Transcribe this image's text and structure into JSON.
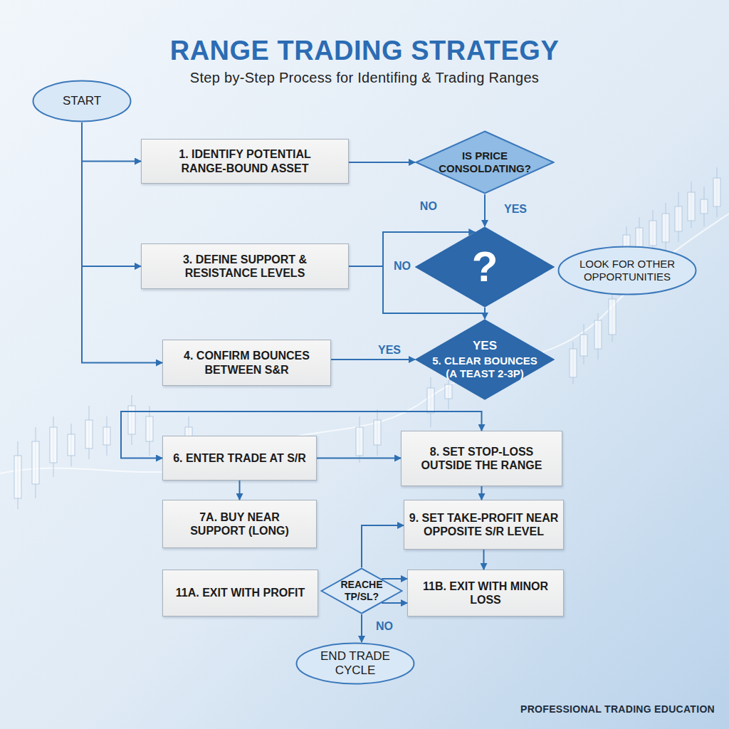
{
  "diagram": {
    "title": "RANGE TRADING STRATEGY",
    "nodes": [
      {
        "text": [
          "START"
        ]
      },
      {
        "text": [
          "1. IDENTIFY POTENTIAL RANGE-BOUND ASSET"
        ]
      },
      {
        "text": [
          "IS PRICE CONSOLDATING?"
        ]
      },
      {
        "text": [
          "3. DEFINE SUPPORT & RESISTANCE LEVELS"
        ]
      },
      {
        "text": [
          "?"
        ]
      },
      {
        "text": [
          "LOOK FOR OTHER OPPORTUNITIES"
        ]
      },
      {
        "text": [
          "4. CONFIRM BOUNCES BETWEEN S&R"
        ]
      },
      {
        "text": [
          "YES",
          "5. CLEAR BOUNCES (A TEAST 2-3P)"
        ]
      },
      {
        "text": [
          "6. ENTER TRADE AT S/R"
        ]
      },
      {
        "text": [
          "8. SET STOP-LOSS OUTSIDE THE RANGE"
        ]
      },
      {
        "text": [
          "7A. BUY NEAR SUPPORT (LONG)"
        ]
      },
      {
        "text": [
          "9. SET TAKE-PROFIT NEAR OPPOSITE S/R LEVEL"
        ]
      },
      {
        "text": [
          "11A. EXIT WITH PROFIT"
        ]
      },
      {
        "text": [
          "REACHE TP/SL?"
        ]
      },
      {
        "text": [
          "11B. EXIT WITH MINOR LOSS"
        ]
      },
      {
        "text": [
          "END TRADE CYCLE"
        ]
      }
    ],
    "edges": [
      {
        "from": 0,
        "to": 1,
        "arrow": "to"
      },
      {
        "from": 0,
        "to": 3,
        "arrow": "to"
      },
      {
        "from": 0,
        "to": 6,
        "arrow": "to"
      },
      {
        "from": 1,
        "to": 2,
        "arrow": "to"
      },
      {
        "from": 2,
        "to": 4,
        "label": "YES",
        "arrow": "to"
      },
      {
        "from": 3,
        "to": 4,
        "label": "NO",
        "arrow": "to"
      },
      {
        "from": 4,
        "to": 7,
        "arrow": "to"
      },
      {
        "from": 6,
        "to": 7,
        "label": "YES",
        "arrow": "to"
      },
      {
        "from": 8,
        "to": 9,
        "arrow": "both"
      },
      {
        "from": 8,
        "to": 9,
        "arrow": "to"
      },
      {
        "from": 8,
        "to": 10,
        "arrow": "to"
      },
      {
        "from": 9,
        "to": 11,
        "arrow": "to"
      },
      {
        "from": 11,
        "to": 14,
        "arrow": "to"
      },
      {
        "from": 13,
        "to": 11,
        "arrow": "to"
      },
      {
        "from": 13,
        "to": 14,
        "arrow": "to"
      },
      {
        "from": 13,
        "to": 14,
        "arrow": "to"
      },
      {
        "from": 13,
        "to": 15,
        "label": "NO",
        "arrow": "to"
      }
    ],
    "labels": [
      "Step by-Step Process for Identifing & Trading Ranges",
      "NO",
      "PROFESSIONAL TRADING EDUCATION"
    ]
  }
}
